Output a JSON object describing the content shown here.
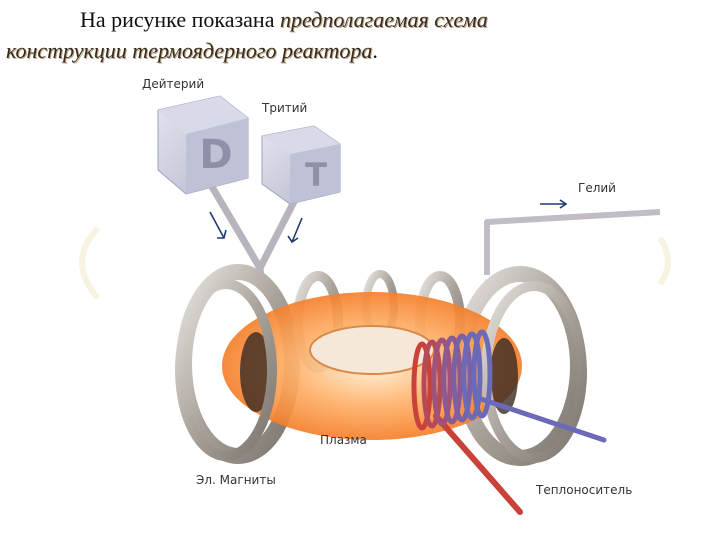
{
  "heading": {
    "line1": "На рисунке  показана",
    "line1_em": "предполагаемая схема",
    "line2_em": "конструкции термоядерного реактора",
    "line2_end": "."
  },
  "diagram": {
    "cube_d_letter": "D",
    "cube_t_letter": "T",
    "labels": {
      "deuterium": "Дейтерий",
      "tritium": "Тритий",
      "helium": "Гелий",
      "plasma": "Плазма",
      "magnets": "Эл. Магниты",
      "coolant": "Теплоноситель"
    }
  },
  "colors": {
    "plasma": "#ff7a1e",
    "coil_red": "#c8423a",
    "coil_blue": "#6a6ab8",
    "ring": "#b9b3ac",
    "cube": "#c9cbdc"
  }
}
